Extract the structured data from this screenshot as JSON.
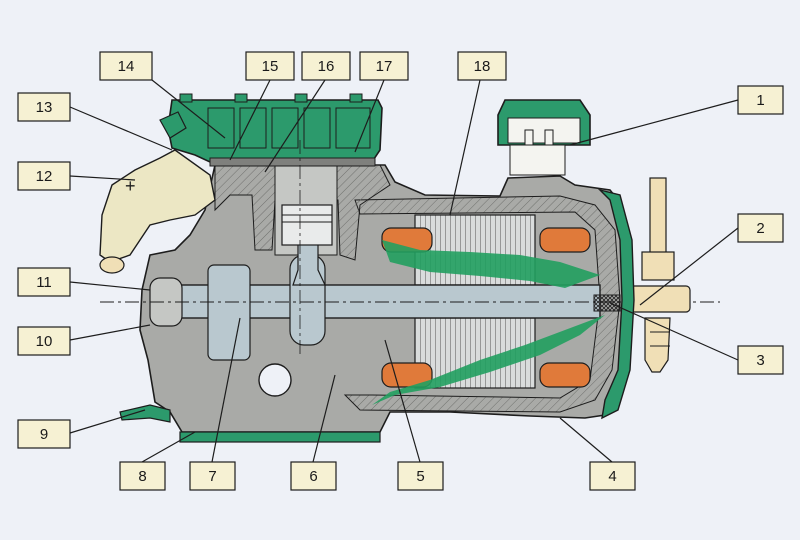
{
  "colors": {
    "background": "#eef1f7",
    "housing": "#a9aaa7",
    "housing_dark": "#8f908d",
    "cylinder_head": "#2c9a6c",
    "flow_arrow": "#22a060",
    "motor_winding": "#e07a3a",
    "shaft": "#b9c8cf",
    "oil_line": "#ece7c4",
    "valve_brass": "#f0dfb6",
    "label_box": "#f6f1d3",
    "outline": "#1d1d1d"
  },
  "callouts": [
    {
      "id": "callout-1",
      "label": "1"
    },
    {
      "id": "callout-2",
      "label": "2"
    },
    {
      "id": "callout-3",
      "label": "3"
    },
    {
      "id": "callout-4",
      "label": "4"
    },
    {
      "id": "callout-5",
      "label": "5"
    },
    {
      "id": "callout-6",
      "label": "6"
    },
    {
      "id": "callout-7",
      "label": "7"
    },
    {
      "id": "callout-8",
      "label": "8"
    },
    {
      "id": "callout-9",
      "label": "9"
    },
    {
      "id": "callout-10",
      "label": "10"
    },
    {
      "id": "callout-11",
      "label": "11"
    },
    {
      "id": "callout-12",
      "label": "12"
    },
    {
      "id": "callout-13",
      "label": "13"
    },
    {
      "id": "callout-14",
      "label": "14"
    },
    {
      "id": "callout-15",
      "label": "15"
    },
    {
      "id": "callout-16",
      "label": "16"
    },
    {
      "id": "callout-17",
      "label": "17"
    },
    {
      "id": "callout-18",
      "label": "18"
    }
  ]
}
